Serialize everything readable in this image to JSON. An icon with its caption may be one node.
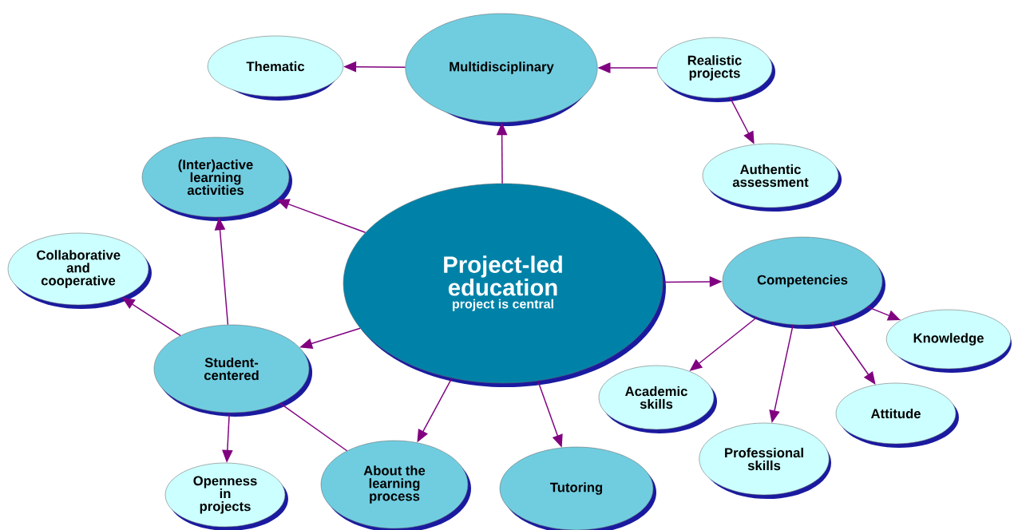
{
  "diagram": {
    "nodes": [
      {
        "text": [
          "Project-led education",
          "project is central"
        ]
      },
      {
        "text": [
          "Multidisciplinary"
        ]
      },
      {
        "text": [
          "Thematic"
        ]
      },
      {
        "text": [
          "Realistic projects"
        ]
      },
      {
        "text": [
          "Authentic assessment"
        ]
      },
      {
        "text": [
          "(Inter)active learning activities"
        ]
      },
      {
        "text": [
          "Collaborative and cooperative"
        ]
      },
      {
        "text": [
          "Competencies"
        ]
      },
      {
        "text": [
          "Student-centered"
        ]
      },
      {
        "text": [
          "Knowledge"
        ]
      },
      {
        "text": [
          "Academic skills"
        ]
      },
      {
        "text": [
          "Attitude"
        ]
      },
      {
        "text": [
          "Openness in projects"
        ]
      },
      {
        "text": [
          "About the learning process"
        ]
      },
      {
        "text": [
          "Tutoring"
        ]
      },
      {
        "text": [
          "Professional skills"
        ]
      }
    ],
    "edges": [
      {
        "from": 0,
        "to": 1,
        "arrow": "to"
      },
      {
        "from": 1,
        "to": 2,
        "arrow": "to"
      },
      {
        "from": 3,
        "to": 1,
        "arrow": "to"
      },
      {
        "from": 3,
        "to": 4,
        "arrow": "to"
      },
      {
        "from": 0,
        "to": 5,
        "arrow": "to"
      },
      {
        "from": 0,
        "to": 7,
        "arrow": "to"
      },
      {
        "from": 0,
        "to": 8,
        "arrow": "to"
      },
      {
        "from": 8,
        "to": 5,
        "arrow": "to"
      },
      {
        "from": 8,
        "to": 6,
        "arrow": "to"
      },
      {
        "from": 8,
        "to": 12,
        "arrow": "to"
      },
      {
        "from": 8,
        "to": 13,
        "arrow": "none"
      },
      {
        "from": 0,
        "to": 13,
        "arrow": "to"
      },
      {
        "from": 0,
        "to": 14,
        "arrow": "to"
      },
      {
        "from": 7,
        "to": 9,
        "arrow": "to"
      },
      {
        "from": 7,
        "to": 10,
        "arrow": "to"
      },
      {
        "from": 7,
        "to": 11,
        "arrow": "to"
      },
      {
        "from": 7,
        "to": 15,
        "arrow": "to"
      }
    ]
  }
}
